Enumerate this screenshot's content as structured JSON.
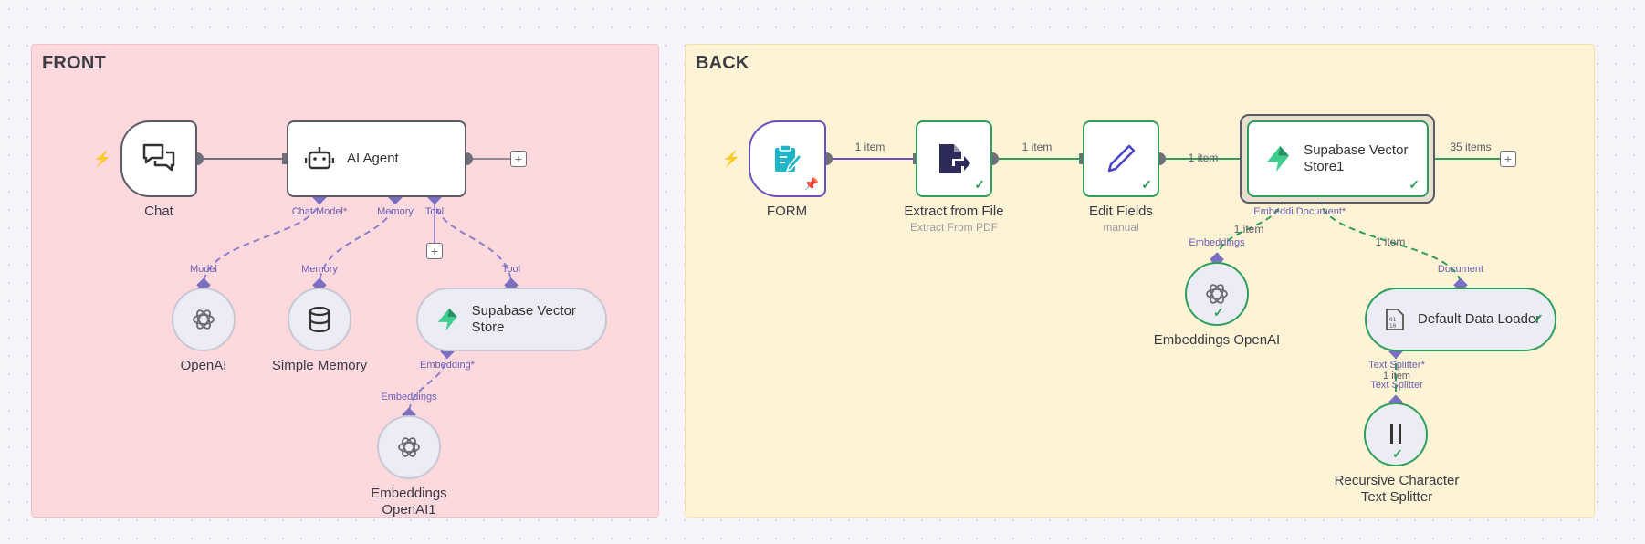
{
  "canvas": {
    "front_title": "FRONT",
    "back_title": "BACK"
  },
  "front": {
    "chat": {
      "label": "Chat",
      "icon": "chat-bubbles-icon"
    },
    "agent": {
      "label": "AI Agent",
      "icon": "robot-icon"
    },
    "agent_inputs": {
      "chat_model": "Chat Model*",
      "memory": "Memory",
      "tool": "Tool"
    },
    "openai": {
      "label": "OpenAI",
      "input": "Model",
      "icon": "openai-icon"
    },
    "simple_memory": {
      "label": "Simple Memory",
      "input": "Memory",
      "icon": "database-icon"
    },
    "supabase": {
      "label": "Supabase Vector Store",
      "input": "Tool",
      "embedding_output": "Embedding*",
      "icon": "supabase-bolt-icon"
    },
    "embeddings": {
      "label": "Embeddings OpenAI1",
      "input": "Embeddings",
      "icon": "openai-icon"
    }
  },
  "back": {
    "form": {
      "label": "FORM",
      "icon": "form-edit-icon"
    },
    "extract": {
      "label": "Extract from File",
      "sublabel": "Extract From PDF",
      "icon": "file-export-icon"
    },
    "edit": {
      "label": "Edit Fields",
      "sublabel": "manual",
      "icon": "pencil-icon"
    },
    "supabase1": {
      "label": "Supabase Vector Store1",
      "out_items": "35 items",
      "embedding_slot": "Embeddi",
      "document_slot": "Document*",
      "icon": "supabase-bolt-icon"
    },
    "edge_items": {
      "form_extract": "1 item",
      "extract_edit": "1 item",
      "edit_supabase": "1 item",
      "embeddings_edge": "1 item",
      "document_edge": "1 item",
      "splitter_edge": "1 item"
    },
    "embeddings_openai": {
      "label": "Embeddings OpenAI",
      "input": "Embeddings",
      "icon": "openai-icon"
    },
    "loader": {
      "label": "Default Data Loader",
      "input": "Document",
      "text_splitter_slot": "Text Splitter*",
      "icon": "binary-file-icon"
    },
    "splitter": {
      "label": "Recursive Character Text Splitter",
      "input": "Text Splitter",
      "icon": "splitter-bars-icon"
    }
  },
  "colors": {
    "front_sticky": "#fdd9dd",
    "back_sticky": "#fef3d4",
    "success": "#2f9e5d",
    "connector_purple": "#7b6fc1",
    "trigger_red": "#ee5b4a"
  }
}
